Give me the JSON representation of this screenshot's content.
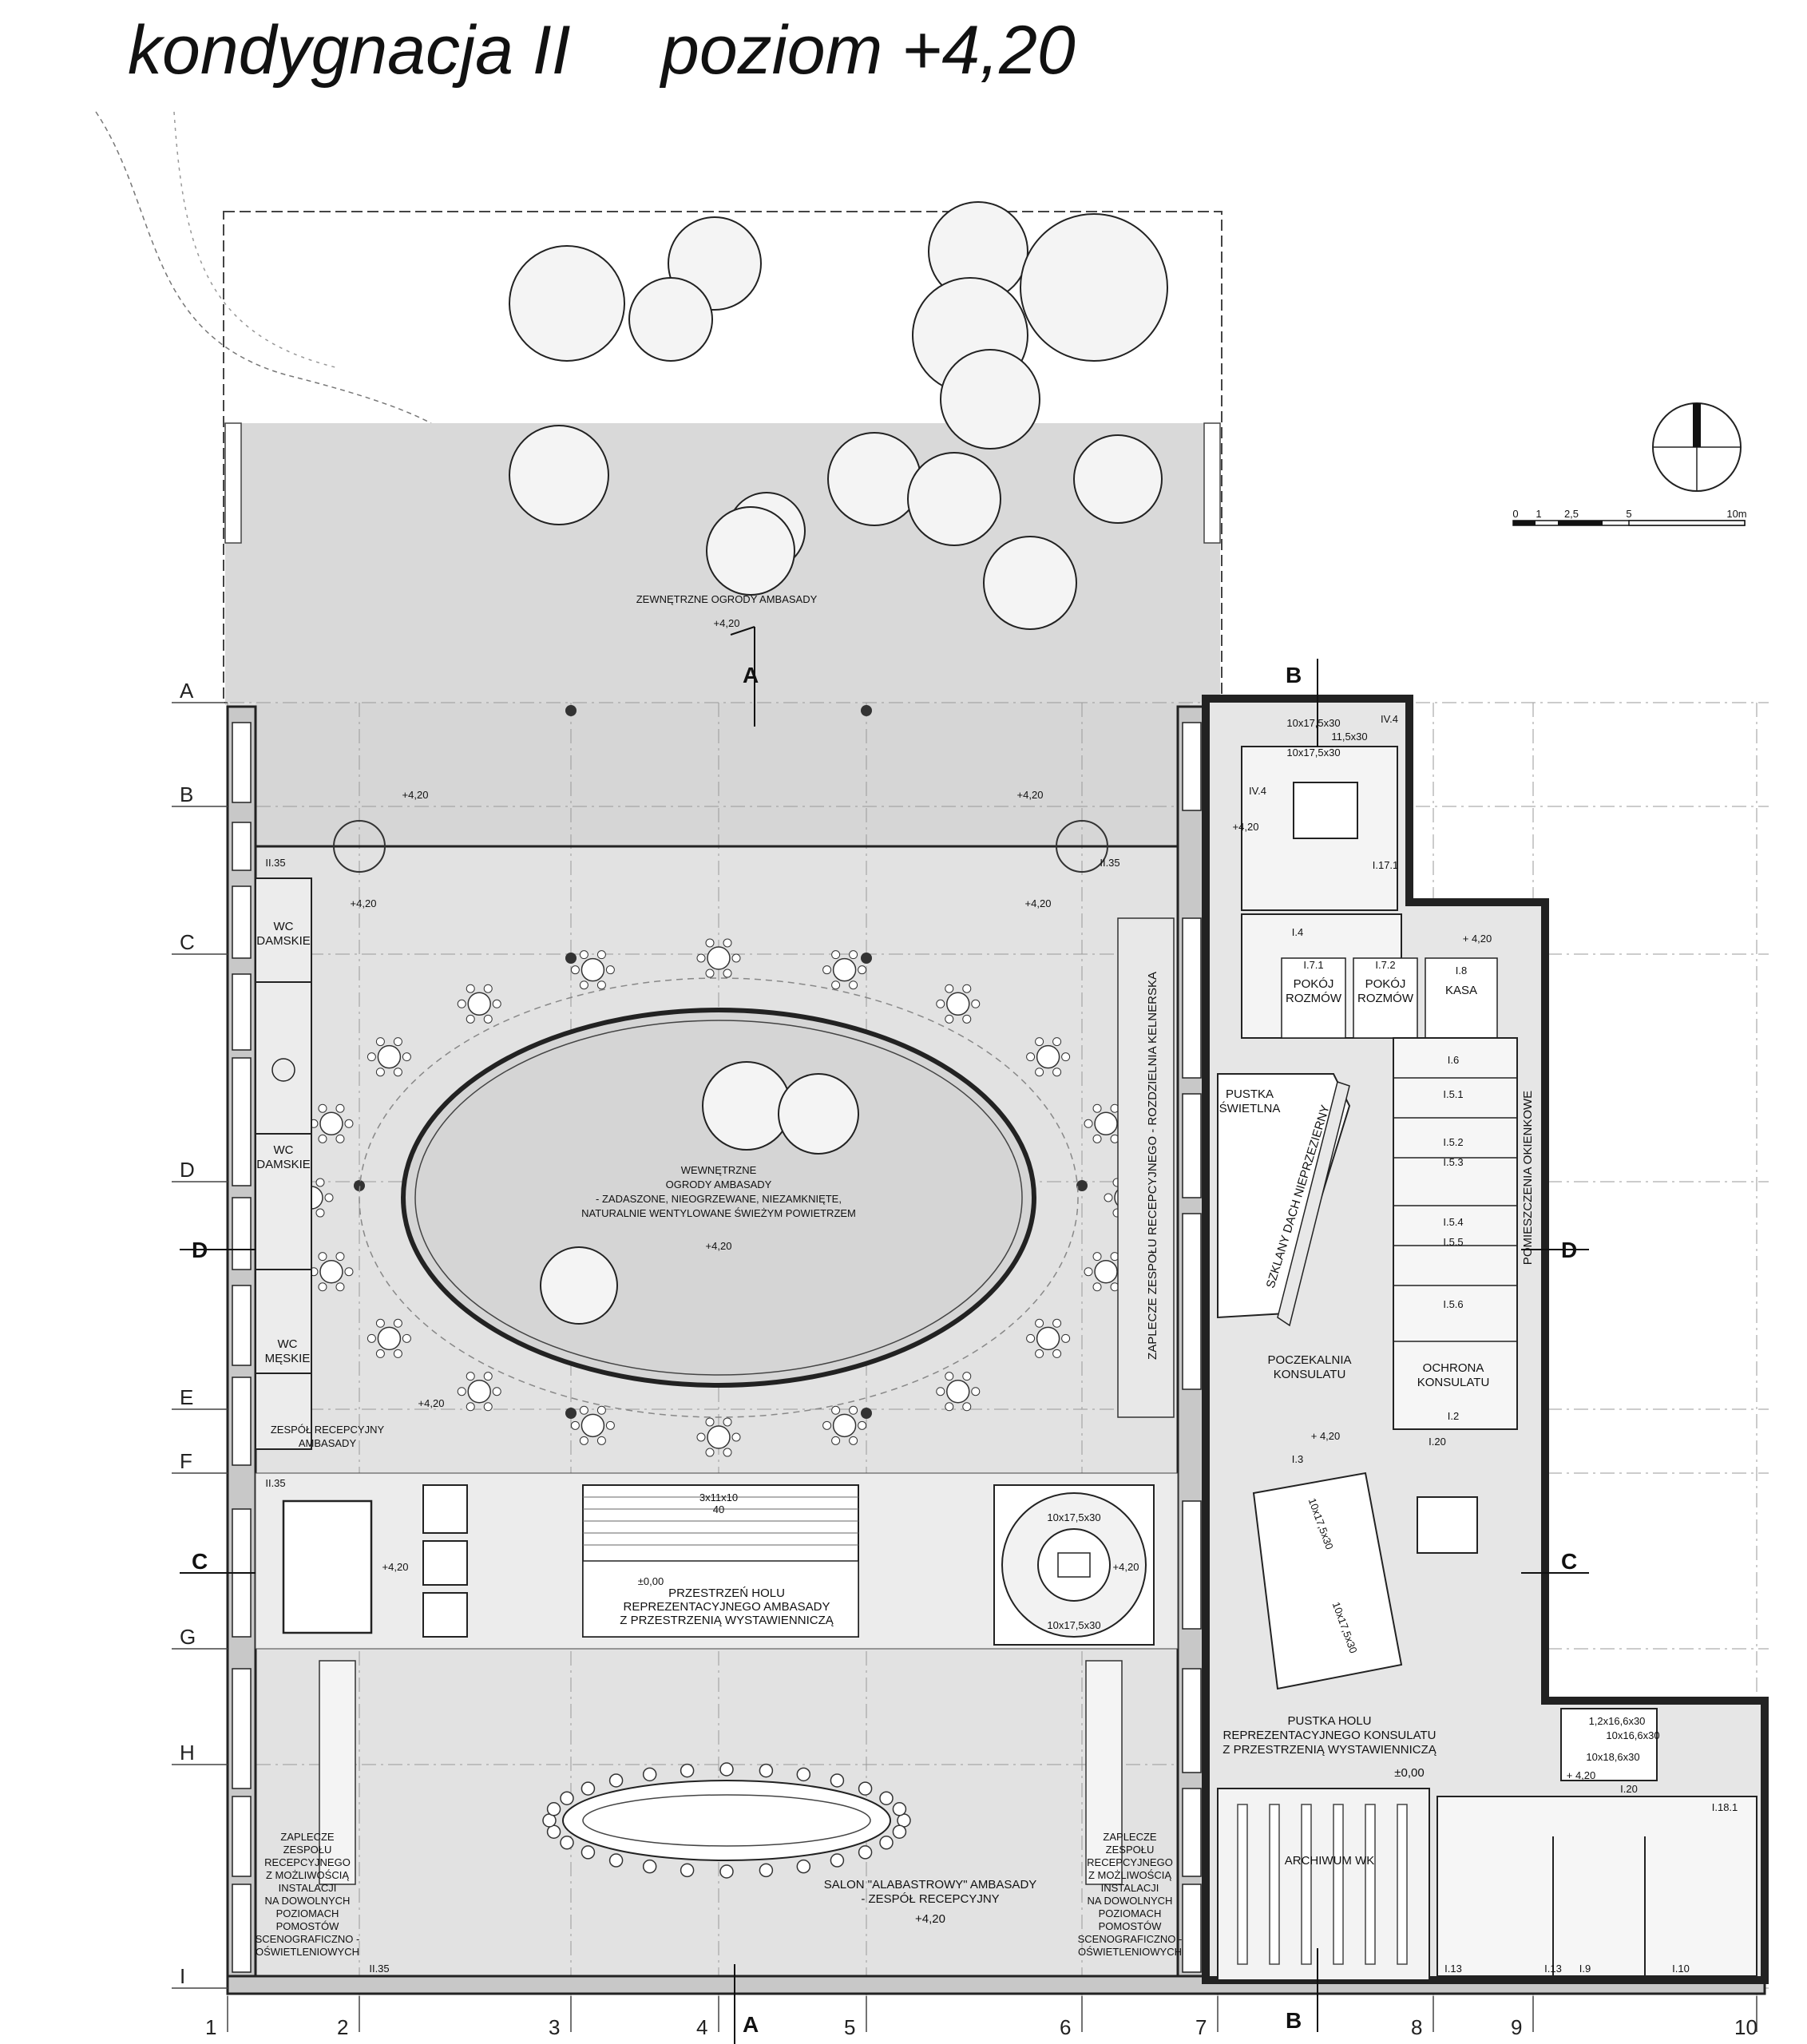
{
  "title": {
    "floor": "kondygnacja II",
    "level": "poziom +4,20"
  },
  "scale_bar": {
    "ticks": [
      "0",
      "1",
      "2,5",
      "5",
      "10m"
    ]
  },
  "grid_rows": [
    "A",
    "B",
    "C",
    "D",
    "E",
    "F",
    "G",
    "H",
    "I"
  ],
  "grid_cols": [
    "1",
    "2",
    "3",
    "4",
    "5",
    "6",
    "7",
    "8",
    "9",
    "10"
  ],
  "sections": {
    "A": "A",
    "B": "B",
    "C": "C",
    "D": "D"
  },
  "rooms": {
    "outer_garden": "ZEWNĘTRZNE OGRODY AMBASADY",
    "outer_garden_level": "+4,20",
    "inner_garden_1": "WEWNĘTRZNE",
    "inner_garden_2": "OGRODY AMBASADY",
    "inner_garden_3": "- ZADASZONE, NIEOGRZEWANE, NIEZAMKNIĘTE,",
    "inner_garden_4": "NATURALNIE WENTYLOWANE ŚWIEŻYM POWIETRZEM",
    "inner_garden_level": "+4,20",
    "wc_damskie_1": "WC",
    "wc_damskie_1b": "DAMSKIE",
    "wc_damskie_2": "WC",
    "wc_damskie_2b": "DAMSKIE",
    "wc_meskie": "WC",
    "wc_meskie_b": "MĘSKIE",
    "reception_1": "ZESPÓŁ RECEPCYJNY",
    "reception_2": "AMBASADY",
    "kelnerska": "ZAPLECZE ZESPOŁU RECEPCYJNEGO - ROZDZIELNIA KELNERSKA",
    "hall_1": "PRZESTRZEŃ HOLU",
    "hall_2": "REPREZENTACYJNEGO AMBASADY",
    "hall_3": "Z PRZESTRZENIĄ WYSTAWIENNICZĄ",
    "hall_level": "±0,00",
    "salon_1": "SALON \"ALABASTROWY\" AMBASADY",
    "salon_2": "- ZESPÓŁ RECEPCYJNY",
    "salon_level": "+4,20",
    "zaplecze_left": [
      "ZAPLECZE",
      "ZESPOŁU",
      "RECEPCYJNEGO",
      "Z MOŻLIWOŚCIĄ",
      "INSTALACJI",
      "NA DOWOLNYCH",
      "POZIOMACH",
      "POMOSTÓW",
      "SCENOGRAFICZNO -",
      "OŚWIETLENIOWYCH"
    ],
    "zaplecze_right": [
      "ZAPLECZE",
      "ZESPOŁU",
      "RECEPCYJNEGO",
      "Z MOŻLIWOŚCIĄ",
      "INSTALACJI",
      "NA DOWOLNYCH",
      "POZIOMACH",
      "POMOSTÓW",
      "SCENOGRAFICZNO -",
      "OŚWIETLENIOWYCH"
    ],
    "pustka_1": "PUSTKA",
    "pustka_2": "ŚWIETLNA",
    "szklany": "SZKLANY DACH NIEPRZEZIERNY",
    "pokoj1_1": "POKÓJ",
    "pokoj1_2": "ROZMÓW",
    "pokoj2_1": "POKÓJ",
    "pokoj2_2": "ROZMÓW",
    "kasa": "KASA",
    "okienkowe": "POMIESZCZENIA OKIENKOWE",
    "poczekalnia_1": "POCZEKALNIA",
    "poczekalnia_2": "KONSULATU",
    "ochrona_1": "OCHRONA",
    "ochrona_2": "KONSULATU",
    "pustka_holu_1": "PUSTKA HOLU",
    "pustka_holu_2": "REPREZENTACYJNEGO KONSULATU",
    "pustka_holu_3": "Z PRZESTRZENIĄ WYSTAWIENNICZĄ",
    "pustka_holu_level": "±0,00",
    "archiwum": "ARCHIWUM WK"
  },
  "room_codes": {
    "II35_a": "II.35",
    "II35_b": "II.35",
    "II35_c": "II.35",
    "II35_d": "II.35",
    "IV4_a": "IV.4",
    "IV4_b": "IV.4",
    "I17_1": "I.17.1",
    "I4": "I.4",
    "I7_1": "I.7.1",
    "I7_2": "I.7.2",
    "I8": "I.8",
    "I6": "I.6",
    "I5_1": "I.5.1",
    "I5_2": "I.5.2",
    "I5_3": "I.5.3",
    "I5_4": "I.5.4",
    "I5_5": "I.5.5",
    "I5_6": "I.5.6",
    "I2": "I.2",
    "I3": "I.3",
    "I20a": "I.20",
    "I20b": "I.20",
    "I18_1": "I.18.1",
    "I13a": "I.13",
    "I13b": "I.13",
    "I9": "I.9",
    "I10": "I.10"
  },
  "levels": {
    "b_left": "+4,20",
    "b_right": "+4,20",
    "c_left": "+4,20",
    "c_right": "+4,20",
    "e_left": "+4,20",
    "core_left": "+4,20",
    "stair_right": "+4,20",
    "consulate_entry": "+4,20",
    "consulate_top": "+ 4,20",
    "consulate_mid": "+ 4,20",
    "archive_right": "+ 4,20"
  },
  "stair_notes": {
    "main": "3x11x10",
    "main_b": "40",
    "spiral_top": "10x17,5x30",
    "spiral_bot": "10x17,5x30",
    "tower_1": "10x17,5x30",
    "tower_2": "11,5x30",
    "tower_3": "10x17,5x30",
    "cons_1": "10x17,5x30",
    "cons_2": "10x17,5x30",
    "right_1": "1,2x16,6x30",
    "right_2": "10x16,6x30",
    "right_3": "10x18,6x30"
  }
}
